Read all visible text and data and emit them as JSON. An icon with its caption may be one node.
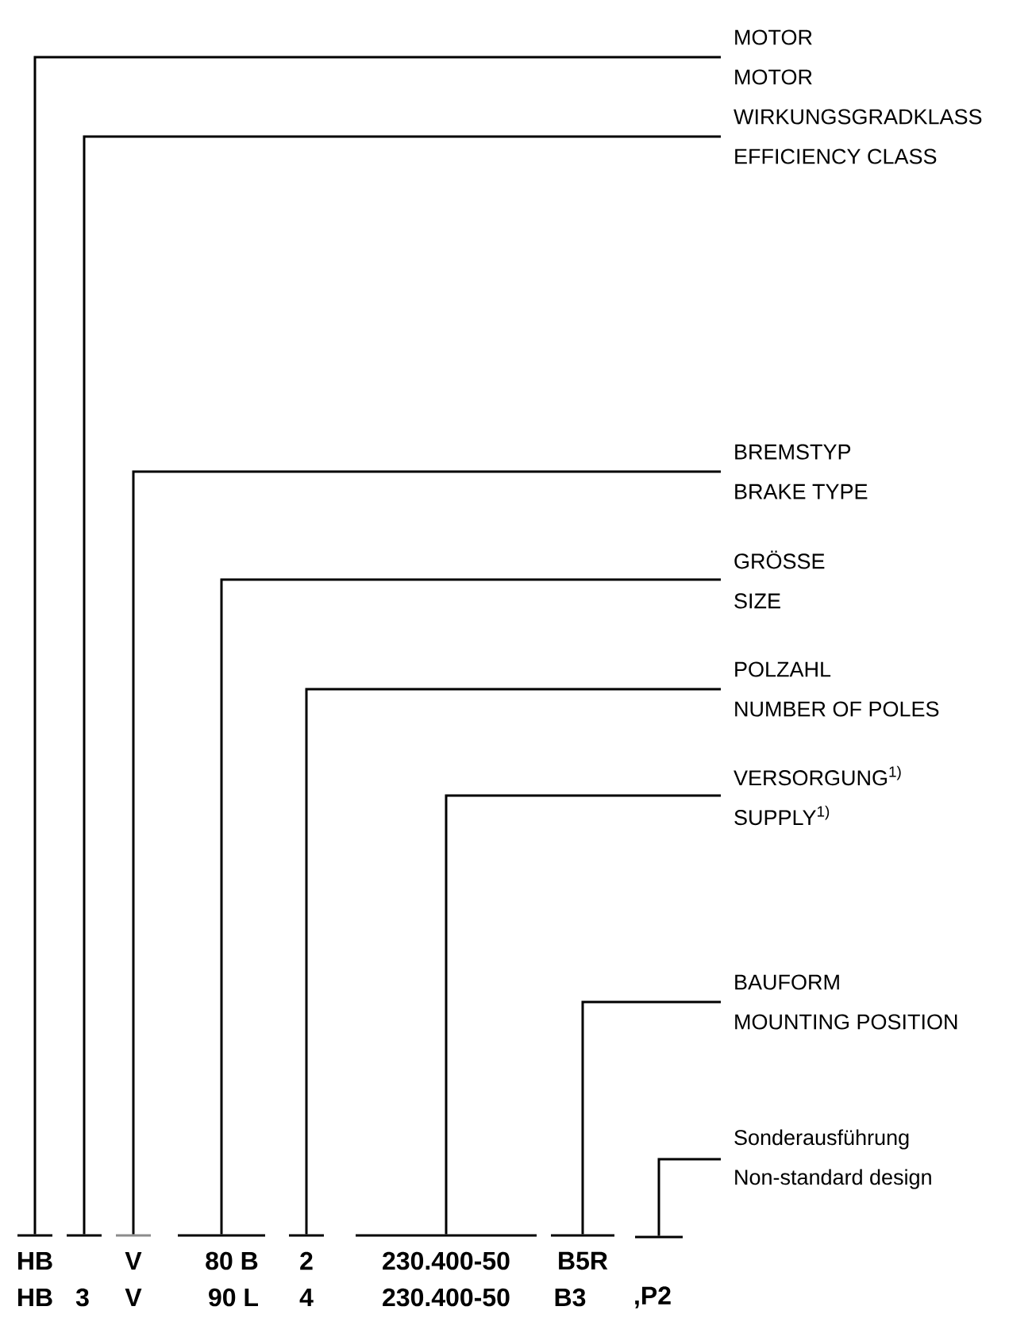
{
  "diagram": {
    "nodes": [
      {
        "text": [
          "MOTOR",
          "MOTOR"
        ]
      },
      {
        "text": [
          "WIRKUNGSGRADKLASS",
          "EFFICIENCY CLASS"
        ]
      },
      {
        "text": [
          "BREMSTYP",
          "BRAKE TYPE"
        ]
      },
      {
        "text": [
          "GRÖSSE",
          "SIZE"
        ]
      },
      {
        "text": [
          "POLZAHL",
          "NUMBER OF POLES"
        ]
      },
      {
        "text": [
          "VERSORGUNG$^{1)}$",
          "SUPPLY$^{1)}$"
        ]
      },
      {
        "text": [
          "BAUFORM",
          "MOUNTING POSITION"
        ]
      },
      {
        "text": [
          "Sonderausführung",
          "Non-standard design"
        ]
      },
      {
        "text": [],
        "shape": "bar"
      },
      {
        "text": [],
        "shape": "bar"
      },
      {
        "text": [],
        "shape": "bar"
      },
      {
        "text": [],
        "shape": "bar"
      },
      {
        "text": [],
        "shape": "bar"
      },
      {
        "text": [],
        "shape": "bar"
      },
      {
        "text": [],
        "shape": "bar"
      },
      {
        "text": [],
        "shape": "bar"
      }
    ],
    "edges": [
      {
        "from": 0,
        "to": 8,
        "arrow": "none"
      },
      {
        "from": 1,
        "to": 9,
        "arrow": "none"
      },
      {
        "from": 2,
        "to": 10,
        "arrow": "none"
      },
      {
        "from": 3,
        "to": 11,
        "arrow": "none"
      },
      {
        "from": 4,
        "to": 12,
        "arrow": "none"
      },
      {
        "from": 5,
        "to": 13,
        "arrow": "none"
      },
      {
        "from": 6,
        "to": 14,
        "arrow": "none"
      },
      {
        "from": 7,
        "to": 15,
        "arrow": "none"
      }
    ],
    "labels": [
      "HB",
      "V",
      "80 B",
      "2",
      "230.400-50",
      "B5R",
      "HB",
      "3",
      "V",
      "90 L",
      "4",
      "230.400-50",
      "B3",
      ",P2"
    ]
  }
}
